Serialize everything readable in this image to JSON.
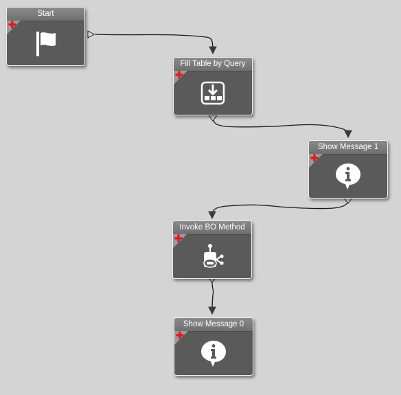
{
  "nodes": {
    "start": {
      "title": "Start",
      "icon": "flag-icon"
    },
    "fill_table": {
      "title": "Fill Table by Query",
      "icon": "table-download-icon"
    },
    "show_message_1": {
      "title": "Show Message 1",
      "icon": "info-bubble-icon"
    },
    "invoke_bo": {
      "title": "Invoke BO Method",
      "icon": "bo-method-icon"
    },
    "show_message_0": {
      "title": "Show Message 0",
      "icon": "info-bubble-icon"
    }
  },
  "colors": {
    "canvas": "#d4d4d4",
    "node_body": "#5a5a5a",
    "add_marker": "#e8141b",
    "connector": "#1a1a1a"
  }
}
